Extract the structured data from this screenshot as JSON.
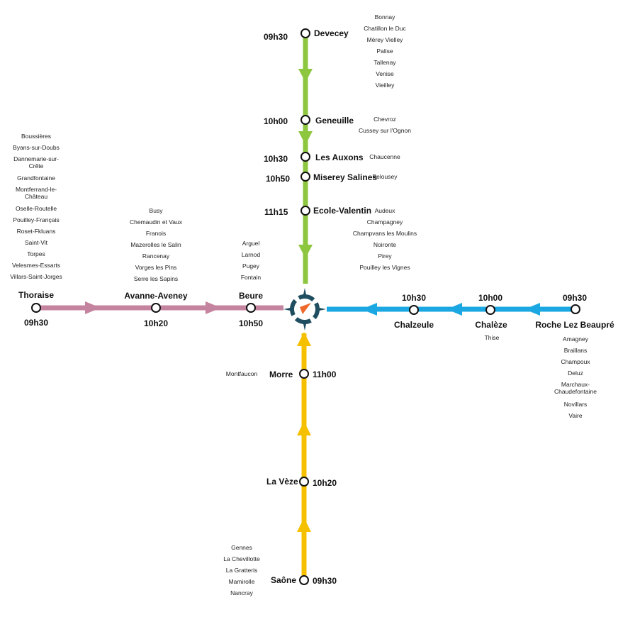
{
  "colors": {
    "north": "#8dc63f",
    "west": "#c4849f",
    "east": "#1ba7e1",
    "south": "#f5c000",
    "hub_dark": "#1f4e60",
    "hub_accent": "#ef6a2a"
  },
  "hub": {
    "icon": "compass-icon"
  },
  "lines": {
    "north": {
      "color": "#8dc63f",
      "stops": [
        {
          "name": "Devecey",
          "time": "09h30"
        },
        {
          "name": "Geneuille",
          "time": "10h00"
        },
        {
          "name": "Les Auxons",
          "time": "10h30"
        },
        {
          "name": "Miserey Salines",
          "time": "10h50"
        },
        {
          "name": "Ecole-Valentin",
          "time": "11h15"
        }
      ],
      "localities": [
        [
          "Bonnay",
          "Chatillon le Duc",
          "Mérey Vielley",
          "Palise",
          "Tallenay",
          "Venise",
          "Vieilley"
        ],
        [
          "Chevroz",
          "Cussey sur l'Ognon"
        ],
        [
          "Chaucenne"
        ],
        [
          "Pelousey"
        ],
        [
          "Audeux",
          "Champagney",
          "Champvans les Moulins",
          "Noironte",
          "Pirey",
          "Pouilley les Vignes"
        ]
      ]
    },
    "west": {
      "color": "#c4849f",
      "stops": [
        {
          "name": "Thoraise",
          "time": "09h30"
        },
        {
          "name": "Avanne-Aveney",
          "time": "10h20"
        },
        {
          "name": "Beure",
          "time": "10h50"
        }
      ],
      "localities": [
        [
          "Boussières",
          "Byans-sur-Doubs",
          "Dannemarie-sur-\nCrête",
          "Grandfontaine",
          "Montferrand-le-\nChâteau",
          "Oselle-Routelle",
          "Pouilley-Français",
          "Roset-Fkluans",
          "Saint-Vit",
          "Torpes",
          "Velesmes-Essarts",
          "Villars-Saint-Jorges"
        ],
        [
          "Busy",
          "Chemaudin et Vaux",
          "Franois",
          "Mazerolles le Salin",
          "Rancenay",
          "Vorges les Pins",
          "Serre les Sapins"
        ],
        [
          "Arguel",
          "Larnod",
          "Pugey",
          "Fontain"
        ]
      ]
    },
    "east": {
      "color": "#1ba7e1",
      "stops": [
        {
          "name": "Chalzeule",
          "time": "10h30"
        },
        {
          "name": "Chalèze",
          "time": "10h00"
        },
        {
          "name": "Roche Lez Beaupré",
          "time": "09h30"
        }
      ],
      "localities": [
        [],
        [
          "Thise"
        ],
        [
          "Amagney",
          "Braillans",
          "Champoux",
          "Deluz",
          "Marchaux-\nChaudefontaine",
          "Novillars",
          "Vaire"
        ]
      ]
    },
    "south": {
      "color": "#f5c000",
      "stops": [
        {
          "name": "Morre",
          "time": "11h00"
        },
        {
          "name": "La Vèze",
          "time": "10h20"
        },
        {
          "name": "Saône",
          "time": "09h30"
        }
      ],
      "localities": [
        [
          "Montfaucon"
        ],
        [],
        [
          "Gennes",
          "La Chevillotte",
          "La Gratteris",
          "Mamirolle",
          "Nancray"
        ]
      ]
    }
  }
}
